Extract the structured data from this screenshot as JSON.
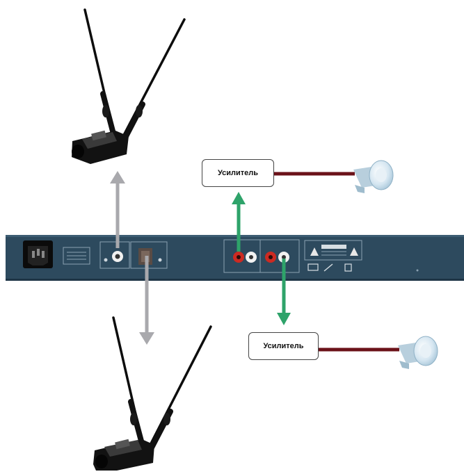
{
  "diagram": {
    "amplifiers": [
      {
        "id": "amp-top",
        "label": "Усилитель"
      },
      {
        "id": "amp-bottom",
        "label": "Усилитель"
      }
    ],
    "colors": {
      "background": "#ffffff",
      "panel": "#2d4a5e",
      "panel_dark": "#1e3546",
      "antenna_arrow": "#a9a9ad",
      "audio_arrow": "#2ea36a",
      "speaker_cable": "#6b1219",
      "speaker": "#c8dce8",
      "rca_red": "#cc2a22",
      "rca_white": "#f1f1f1"
    },
    "icons": [
      "antenna-receiver-icon",
      "horn-speaker-icon",
      "iec-power-socket-icon",
      "rca-jack-icon",
      "warning-triangle-icon"
    ]
  }
}
